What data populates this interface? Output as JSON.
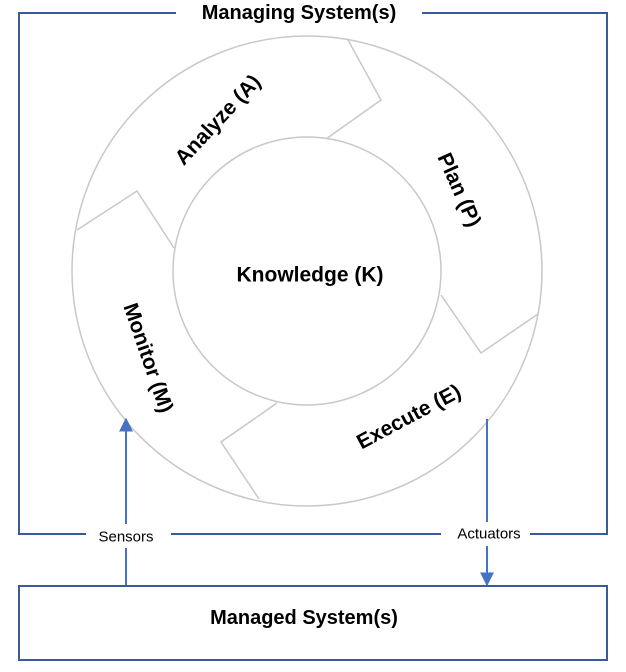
{
  "managing_system": {
    "title": "Managing System(s)"
  },
  "knowledge": {
    "label": "Knowledge (K)"
  },
  "phases": {
    "analyze": "Analyze (A)",
    "plan": "Plan (P)",
    "execute": "Execute (E)",
    "monitor": "Monitor (M)"
  },
  "sensors": {
    "label": "Sensors"
  },
  "actuators": {
    "label": "Actuators"
  },
  "managed_system": {
    "title": "Managed System(s)"
  },
  "colors": {
    "frame": "#3a5a99",
    "arrow": "#4472c4",
    "ring": "#c8c8c8",
    "text": "#000000"
  }
}
